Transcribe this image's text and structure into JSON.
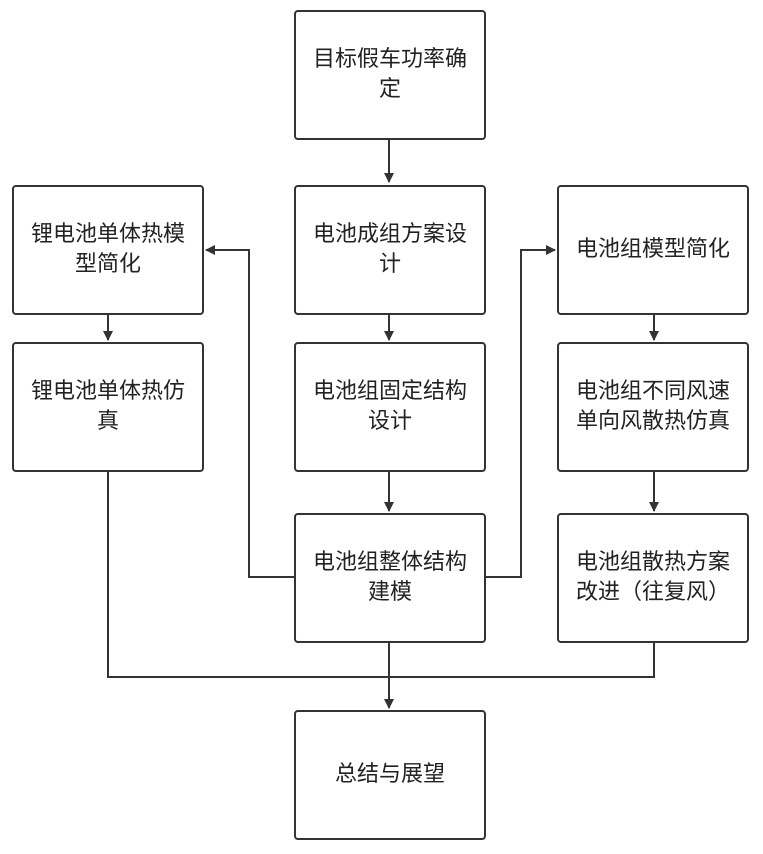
{
  "nodes": {
    "target_power": "目标假车功率确定",
    "pack_design": "电池成组方案设计",
    "fixing_structure": "电池组固定结构设计",
    "overall_model": "电池组整体结构建模",
    "summary": "总结与展望",
    "cell_model_simplify": "锂电池单体热模型简化",
    "cell_thermal_sim": "锂电池单体热仿真",
    "pack_model_simplify": "电池组模型简化",
    "pack_wind_sim": "电池组不同风速单向风散热仿真",
    "pack_improve": "电池组散热方案改进（往复风）"
  },
  "colors": {
    "stroke": "#333333",
    "fill": "#ffffff",
    "text": "#222222"
  }
}
